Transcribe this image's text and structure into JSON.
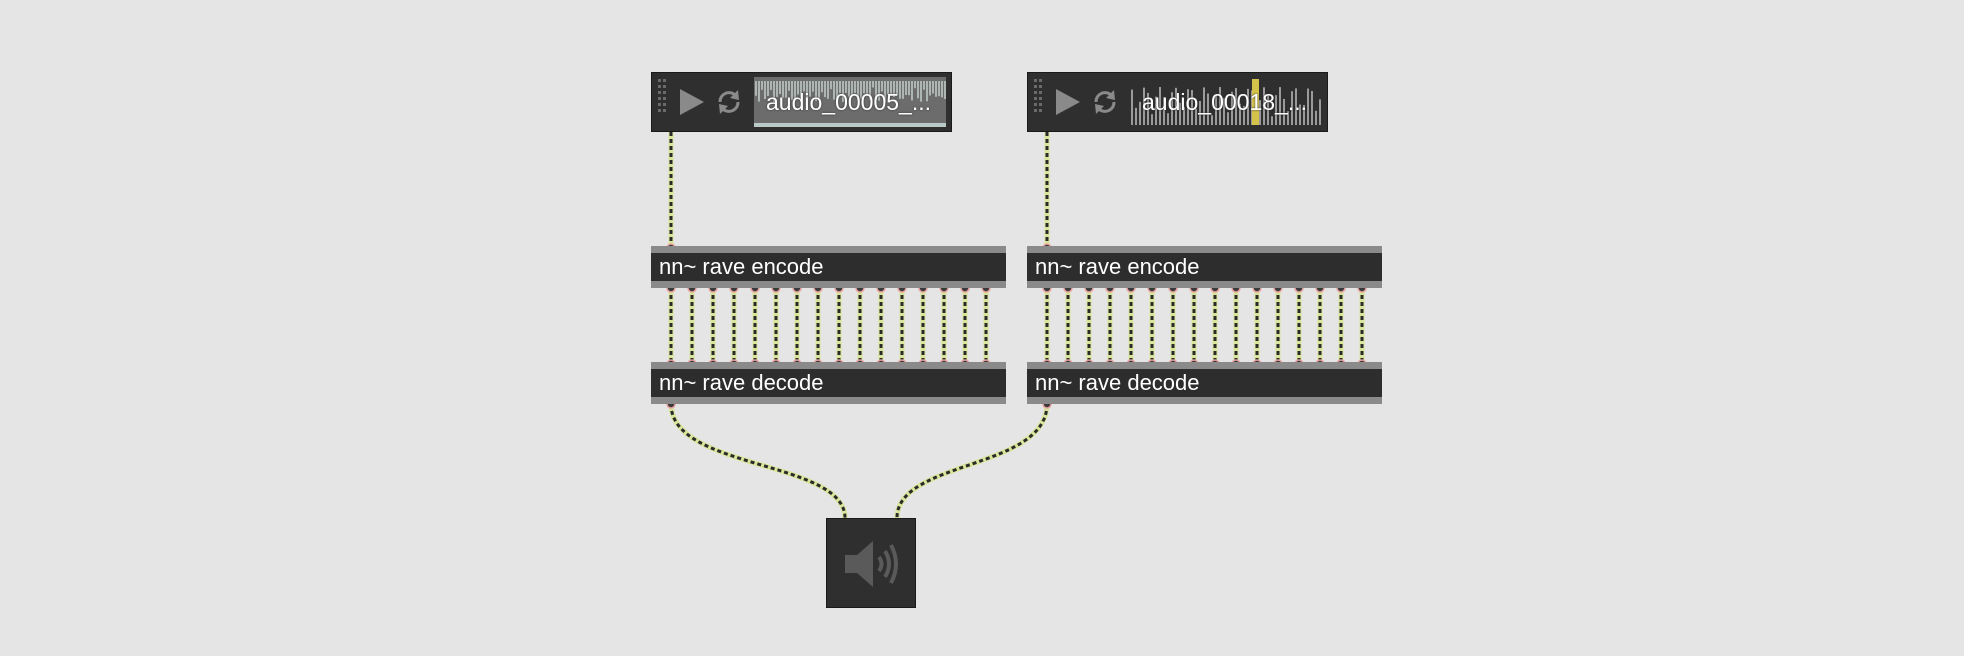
{
  "players": [
    {
      "name": "playlist-1",
      "filename": "audio_00005_..."
    },
    {
      "name": "playlist-2",
      "filename": "audio_00018_..."
    }
  ],
  "encoders": [
    {
      "label": "nn~ rave encode"
    },
    {
      "label": "nn~ rave encode"
    }
  ],
  "decoders": [
    {
      "label": "nn~ rave decode"
    },
    {
      "label": "nn~ rave decode"
    }
  ],
  "latent_channels": 16,
  "icons": {
    "play": "play-icon",
    "loop": "loop-icon",
    "speaker": "speaker-icon"
  },
  "colors": {
    "background": "#e5e5e5",
    "object_fill": "#2d2d2d",
    "object_border": "#8a8a8a",
    "signal_cord": "#d8e59a",
    "signal_cord_dash": "#2a2a2a",
    "inlet": "#e8a0a0",
    "waveform_highlight": "#d4c34a"
  }
}
